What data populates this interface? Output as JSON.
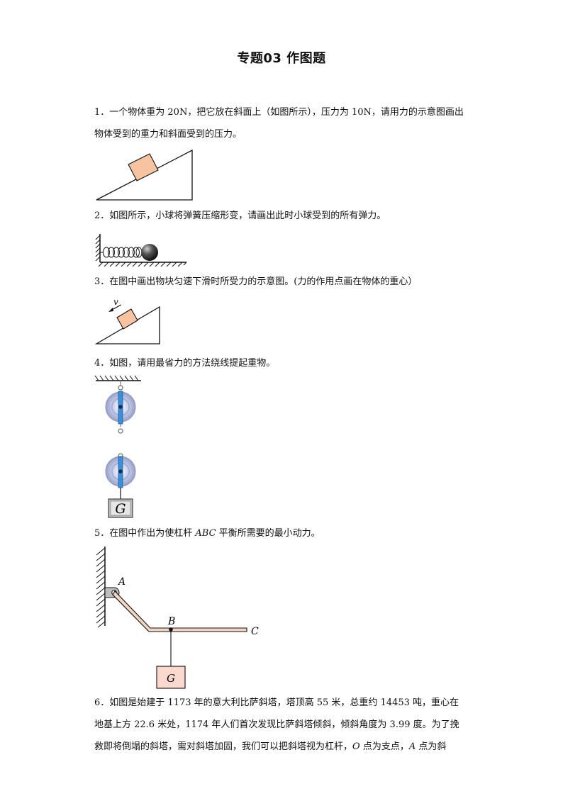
{
  "document": {
    "title": "专题03 作图题",
    "questions": [
      {
        "text": "1．一个物体重为 20N，把它放在斜面上（如图所示），压力为 10N，请用力的示意图画出物体受到的重力和斜面受到的压力。"
      },
      {
        "text": "2．如图所示，小球将弹簧压缩形变，请画出此时小球受到的所有弹力。"
      },
      {
        "text": "3．在图中画出物块匀速下滑时所受力的示意图。(力的作用点画在物体的重心）"
      },
      {
        "text": "4．如图，请用最省力的方法绕线提起重物。"
      },
      {
        "pre": "5．在图中作出为使杠杆 ",
        "em": "ABC",
        "post": " 平衡所需要的最小动力。"
      },
      {
        "l1": "6．如图是始建于 1173 年的意大利比萨斜塔，塔顶高 55 米，总重约 14453 吨，重心在",
        "l2": "地基上方 22.6 米处，1174 年人们首次发现比萨斜塔倾斜，倾斜角度为 3.99 度。为了挽",
        "l3a": "救即将倒塌的斜塔，需对斜塔加固，我们可以把斜塔视为杠杆，",
        "l3o": "O",
        "l3b": " 点为支点，",
        "l3A": "A",
        "l3c": " 点为斜"
      }
    ]
  },
  "figures": {
    "fig3_velocity_label": "v",
    "fig4_weight_label": "G",
    "fig5_labels": {
      "a": "A",
      "b": "B",
      "c": "C",
      "g": "G"
    }
  },
  "colors": {
    "block_fill": "#f7c3a0",
    "pulley_blue": "#3b8fd8",
    "weight_box_gray": "#bdbdbd",
    "lever_weight_fill": "#fbd9cf"
  }
}
